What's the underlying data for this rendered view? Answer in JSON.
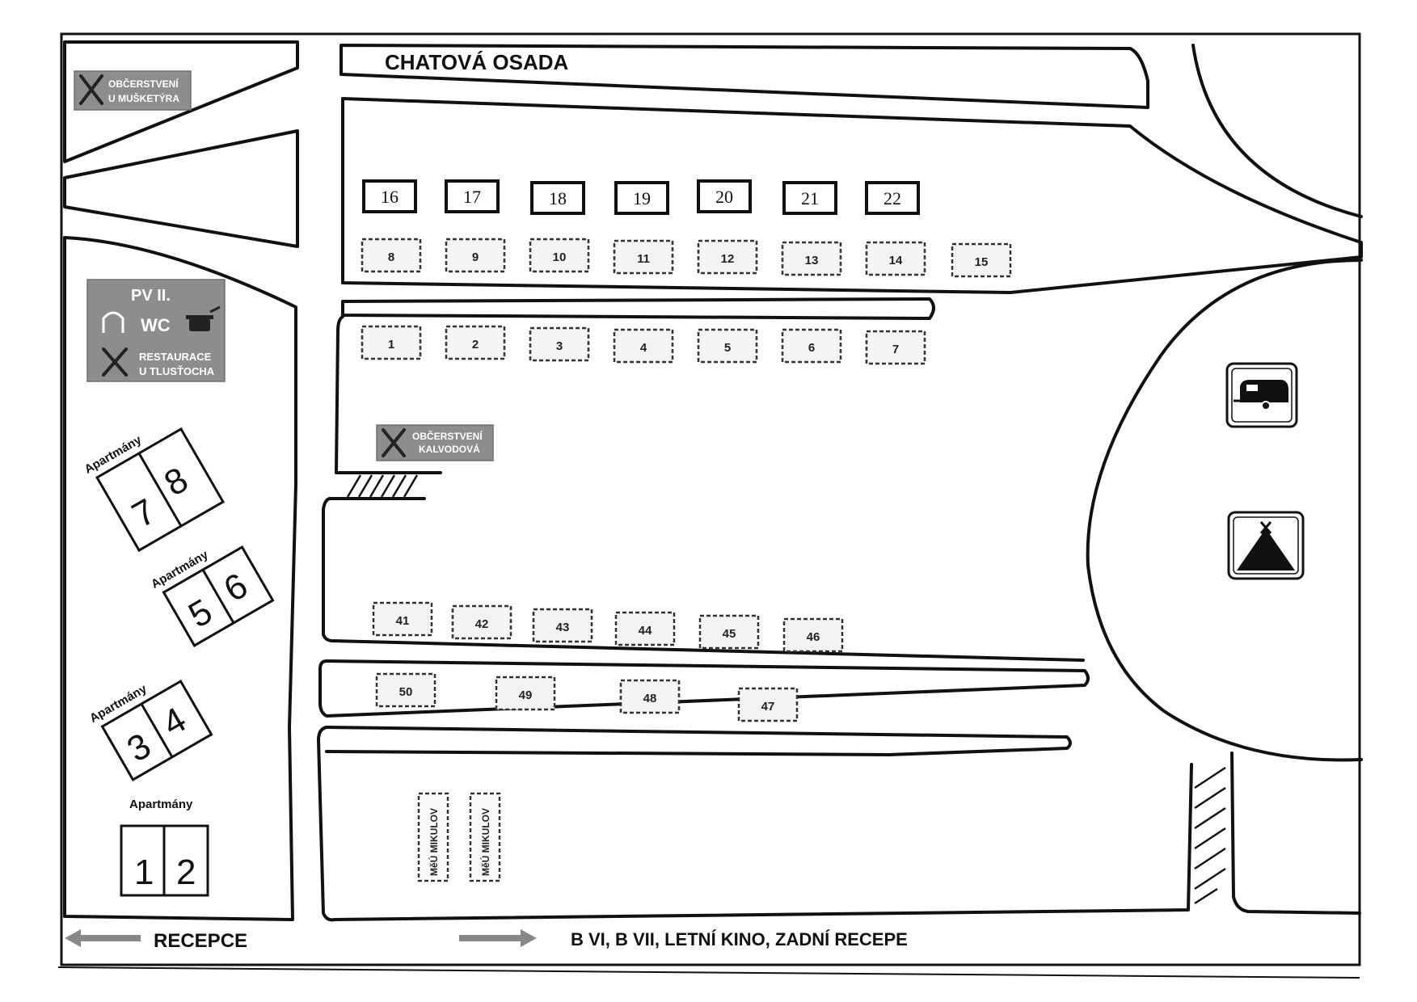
{
  "map": {
    "title": "CHATOVÁ OSADA",
    "plots_solid": [
      "16",
      "17",
      "18",
      "19",
      "20",
      "21",
      "22"
    ],
    "plots_row_upper": [
      "8",
      "9",
      "10",
      "11",
      "12",
      "13",
      "14",
      "15"
    ],
    "plots_row_middle": [
      "1",
      "2",
      "3",
      "4",
      "5",
      "6",
      "7"
    ],
    "plots_row_lower": [
      "41",
      "42",
      "43",
      "44",
      "45",
      "46"
    ],
    "plots_row_bottom": [
      "50",
      "49",
      "48",
      "47"
    ],
    "stalls": [
      "MěÚ MIKULOV",
      "MěÚ MIKULOV"
    ],
    "apartments": {
      "label": "Apartmány",
      "blocks": [
        {
          "left": "7",
          "right": "8"
        },
        {
          "left": "5",
          "right": "6"
        },
        {
          "left": "3",
          "right": "4"
        },
        {
          "left": "1",
          "right": "2"
        }
      ]
    },
    "signs": {
      "musketyr": {
        "line1": "OBČERSTVENÍ",
        "line2": "U MUŠKETÝRA",
        "icon": "cutlery-icon"
      },
      "pv2": {
        "title": "PV II.",
        "wc": "WC",
        "line1": "RESTAURACE",
        "line2": "U TLUSŤOCHA",
        "icons": [
          "shower-icon",
          "cooking-pot-icon",
          "cutlery-icon"
        ]
      },
      "kalvodova": {
        "line1": "OBČERSTVENÍ",
        "line2": "KALVODOVÁ",
        "icon": "cutlery-icon"
      }
    },
    "zone_icons": [
      "caravan-icon",
      "tent-icon"
    ],
    "directions": {
      "left": "RECEPCE",
      "right": "B VI, B VII, LETNÍ KINO, ZADNÍ RECEPE"
    },
    "colors": {
      "sign_bg": "#8d8d8d",
      "line": "#111111",
      "arrow": "#888888"
    }
  }
}
